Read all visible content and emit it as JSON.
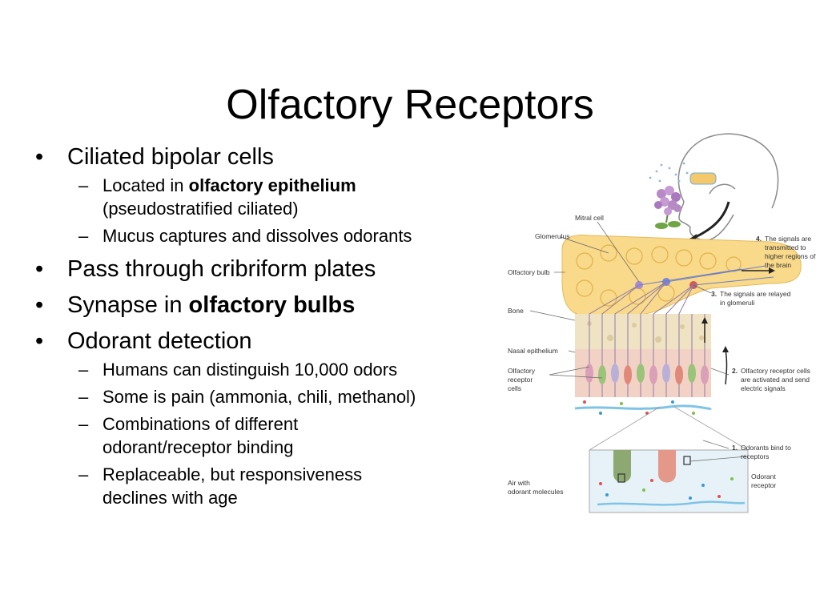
{
  "slide": {
    "title": "Olfactory Receptors",
    "bullets": [
      {
        "text": "Ciliated bipolar cells",
        "subs": [
          {
            "pre": "Located in ",
            "bold": "olfactory  epithelium",
            "line2": "(pseudostratified ciliated)"
          },
          {
            "text": "Mucus captures and dissolves odorants"
          }
        ]
      },
      {
        "text": "Pass through cribriform plates"
      },
      {
        "pre": "Synapse in ",
        "bold": "olfactory bulbs"
      },
      {
        "text": "Odorant detection",
        "subs": [
          {
            "text": "Humans can distinguish 10,000 odors"
          },
          {
            "text": "Some is pain (ammonia, chili, methanol)"
          },
          {
            "text": "Combinations of different",
            "line2": "odorant/receptor binding"
          },
          {
            "text": "Replaceable, but responsiveness",
            "line2": "declines with age"
          }
        ]
      }
    ]
  },
  "figure": {
    "labels": {
      "mitral_cell": "Mitral cell",
      "glomerulus": "Glomerulus",
      "olfactory_bulb": "Olfactory bulb",
      "bone": "Bone",
      "nasal_epithelium": "Nasal epithelium",
      "olfactory_receptor_cells": [
        "Olfactory",
        "receptor",
        "cells"
      ],
      "air_with": [
        "Air with",
        "odorant molecules"
      ],
      "odorant_receptor": [
        "Odorant",
        "receptor"
      ]
    },
    "steps": {
      "s1": {
        "num": "1.",
        "lines": [
          "Odorants bind to",
          "receptors"
        ]
      },
      "s2": {
        "num": "2.",
        "lines": [
          "Olfactory receptor cells",
          "are activated and send",
          "electric signals"
        ]
      },
      "s3": {
        "num": "3.",
        "lines": [
          "The signals are relayed",
          "in glomeruli"
        ]
      },
      "s4": {
        "num": "4.",
        "lines": [
          "The signals are",
          "transmitted to",
          "higher regions of",
          "the brain"
        ]
      }
    }
  }
}
